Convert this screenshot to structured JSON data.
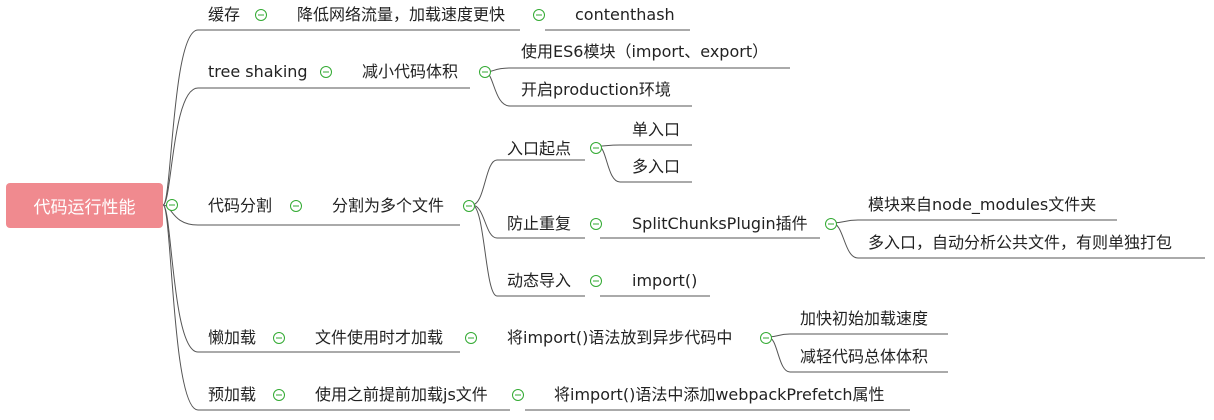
{
  "root": "代码运行性能",
  "branches": {
    "cache": {
      "label": "缓存",
      "desc": "降低网络流量，加载速度更快",
      "detail": "contenthash"
    },
    "tree_shaking": {
      "label": "tree shaking",
      "desc": "减小代码体积",
      "items": [
        "使用ES6模块（import、export）",
        "开启production环境"
      ]
    },
    "split": {
      "label": "代码分割",
      "desc": "分割为多个文件",
      "entry": {
        "label": "入口起点",
        "items": [
          "单入口",
          "多入口"
        ]
      },
      "dedupe": {
        "label": "防止重复",
        "plugin": "SplitChunksPlugin插件",
        "items": [
          "模块来自node_modules文件夹",
          "多入口，自动分析公共文件，有则单独打包"
        ]
      },
      "dynamic": {
        "label": "动态导入",
        "detail": "import()"
      }
    },
    "lazy": {
      "label": "懒加载",
      "desc": "文件使用时才加载",
      "method": "将import()语法放到异步代码中",
      "items": [
        "加快初始加载速度",
        "减轻代码总体体积"
      ]
    },
    "prefetch": {
      "label": "预加载",
      "desc": "使用之前提前加载js文件",
      "method": "将import()语法中添加webpackPrefetch属性"
    }
  }
}
